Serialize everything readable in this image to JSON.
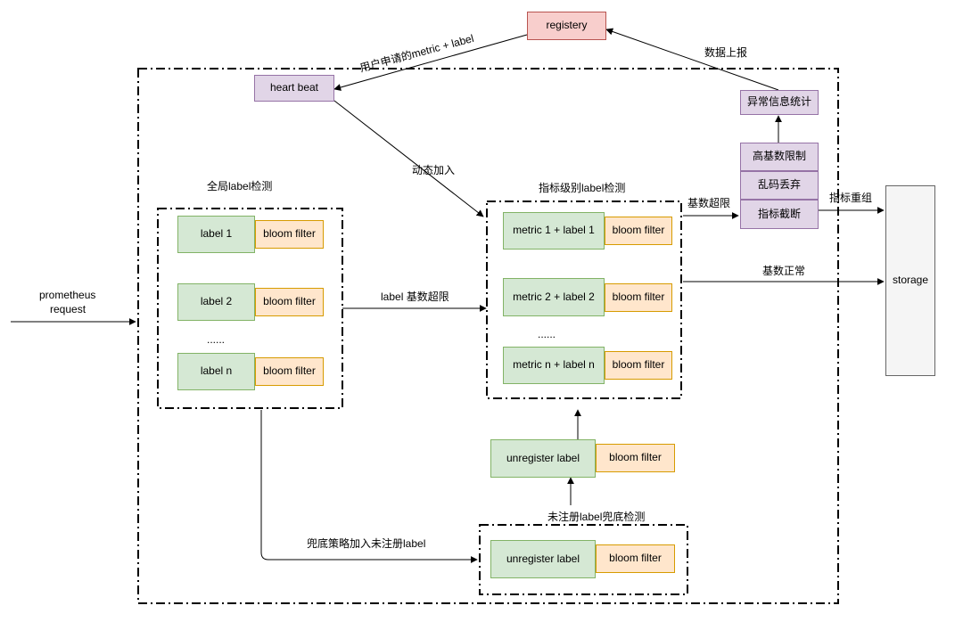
{
  "registry": "registery",
  "heartbeat": "heart beat",
  "anomaly_stats": "异常信息统计",
  "limits": {
    "high_cardinality": "高基数限制",
    "garbled_discard": "乱码丢弃",
    "truncate": "指标截断"
  },
  "storage": "storage",
  "global_check": {
    "title": "全局label检测",
    "rows": [
      {
        "label": "label 1",
        "filter": "bloom filter"
      },
      {
        "label": "label 2",
        "filter": "bloom filter"
      },
      {
        "label": "label n",
        "filter": "bloom filter"
      }
    ],
    "ellipsis": "......"
  },
  "metric_check": {
    "title": "指标级别label检测",
    "rows": [
      {
        "label": "metric 1 + label 1",
        "filter": "bloom filter"
      },
      {
        "label": "metric 2 + label 2",
        "filter": "bloom filter"
      },
      {
        "label": "metric n + label n",
        "filter": "bloom filter"
      }
    ],
    "ellipsis": "......"
  },
  "unregistered_mid": {
    "label": "unregister label",
    "filter": "bloom filter"
  },
  "unregistered_check": {
    "title": "未注册label兜底检测",
    "row": {
      "label": "unregister label",
      "filter": "bloom filter"
    }
  },
  "edges": {
    "user_request": "用户申请的metric + label",
    "data_report": "数据上报",
    "dynamic_add": "动态加入",
    "cardinality_exceeded": "基数超限",
    "metric_regroup": "指标重组",
    "cardinality_normal": "基数正常",
    "label_exceeded": "label 基数超限",
    "fallback_add": "兜底策略加入未注册label",
    "input_line1": "prometheus",
    "input_line2": "request"
  }
}
